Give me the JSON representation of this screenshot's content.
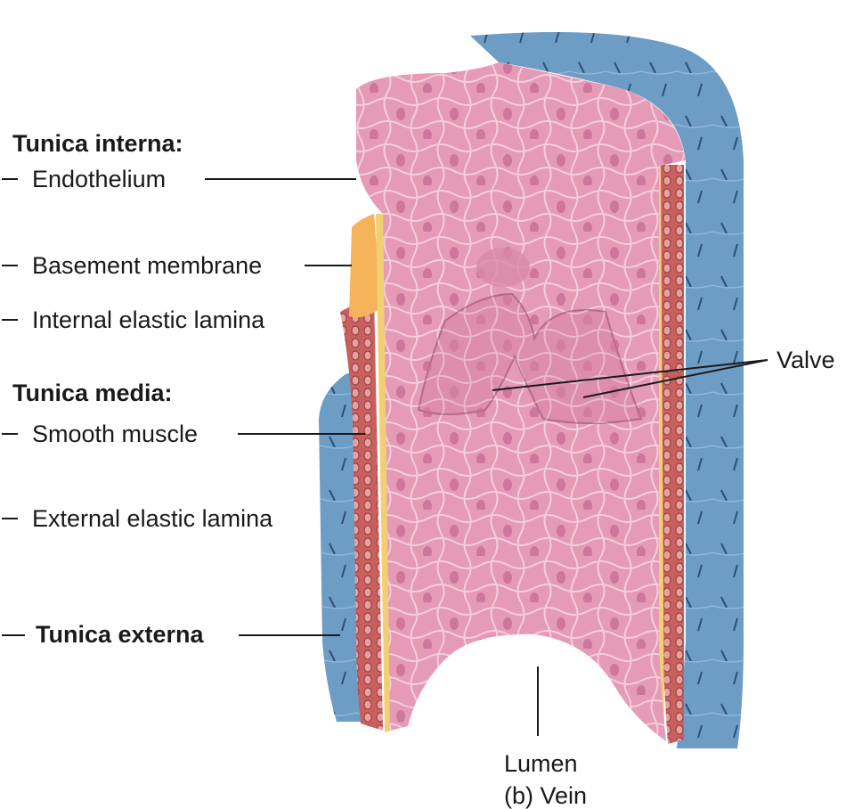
{
  "labels": {
    "tunica_interna": "Tunica interna:",
    "endothelium": "Endothelium",
    "basement_membrane": "Basement membrane",
    "internal_elastic_lamina": "Internal elastic lamina",
    "tunica_media": "Tunica media:",
    "smooth_muscle": "Smooth muscle",
    "external_elastic_lamina": "External elastic lamina",
    "tunica_externa": "Tunica externa",
    "valve": "Valve",
    "lumen": "Lumen",
    "caption": "(b) Vein"
  },
  "colors": {
    "endothelium_pink": "#e59ab6",
    "adventitia_blue": "#6d9cc4",
    "muscle_red": "#c8605e",
    "elastic_yellow": "#f1cf72"
  }
}
